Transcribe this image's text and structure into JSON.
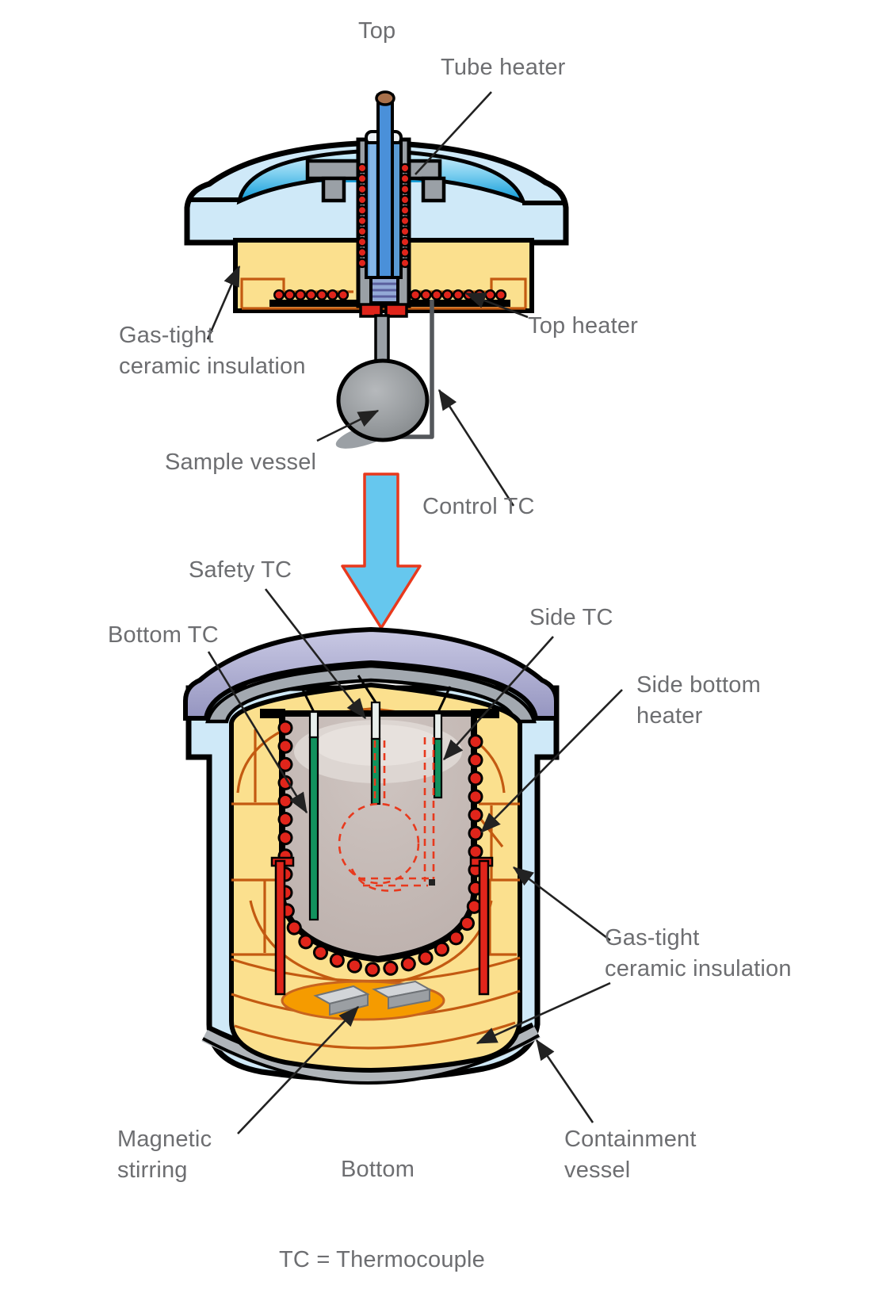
{
  "diagram": {
    "type": "technical-cross-section",
    "subject": "Calorimeter / furnace cross-section with heaters, thermocouples and sample vessel",
    "orientation": {
      "top": "Top",
      "bottom": "Bottom"
    },
    "legend": "TC = Thermocouple",
    "callouts": {
      "tube_heater": "Tube heater",
      "gas_tight_insulation_top": {
        "line1": "Gas-tight",
        "line2": "ceramic insulation"
      },
      "top_heater": "Top heater",
      "sample_vessel": "Sample vessel",
      "control_tc": "Control TC",
      "safety_tc": "Safety TC",
      "bottom_tc": "Bottom TC",
      "side_tc": "Side TC",
      "side_bottom_heater": {
        "line1": "Side bottom",
        "line2": "heater"
      },
      "gas_tight_insulation_right": {
        "line1": "Gas-tight",
        "line2": "ceramic insulation"
      },
      "magnetic_stirring": {
        "line1": "Magnetic",
        "line2": "stirring"
      },
      "containment_vessel": {
        "line1": "Containment",
        "line2": "vessel"
      }
    },
    "colors": {
      "text": "#6d6e71",
      "outline": "#000000",
      "insulation": "#fbe08e",
      "heater-red": "#e0251b",
      "tc-green": "#12925e",
      "pale-blue": "#cfe9f8",
      "lavender": "#b4b4d9",
      "taupe": "#c2b6b2",
      "arrow-blue": "#66c7ee",
      "arrow-outline": "#e8391d",
      "orange": "#c8641e",
      "brick": "#c35a11",
      "stirrer-orange": "#f59b00",
      "metal-gray": "#9aa0a6"
    }
  }
}
